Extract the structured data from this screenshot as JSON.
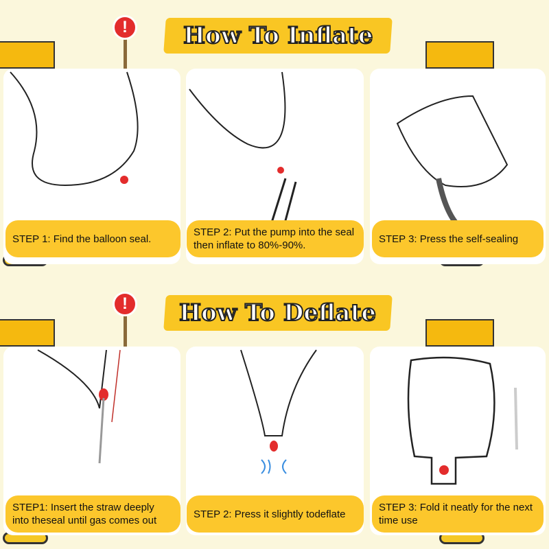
{
  "inflate": {
    "title": "How To Inflate",
    "steps": [
      {
        "label": "STEP 1: Find the balloon seal."
      },
      {
        "label": "STEP 2: Put the pump into the seal then inflate to 80%-90%."
      },
      {
        "label": "STEP 3: Press the self-sealing"
      }
    ]
  },
  "deflate": {
    "title": "How To Deflate",
    "steps": [
      {
        "label": "STEP1: Insert the straw deeply into theseal until gas comes out"
      },
      {
        "label": "STEP 2: Press it slightly todeflate"
      },
      {
        "label": "STEP 3: Fold it neatly for the next time use"
      }
    ]
  },
  "sign_symbol": "!",
  "colors": {
    "background": "#fbf7dc",
    "label": "#fcc72c",
    "banner": "#f9c623",
    "seal": "#e32c2c"
  }
}
